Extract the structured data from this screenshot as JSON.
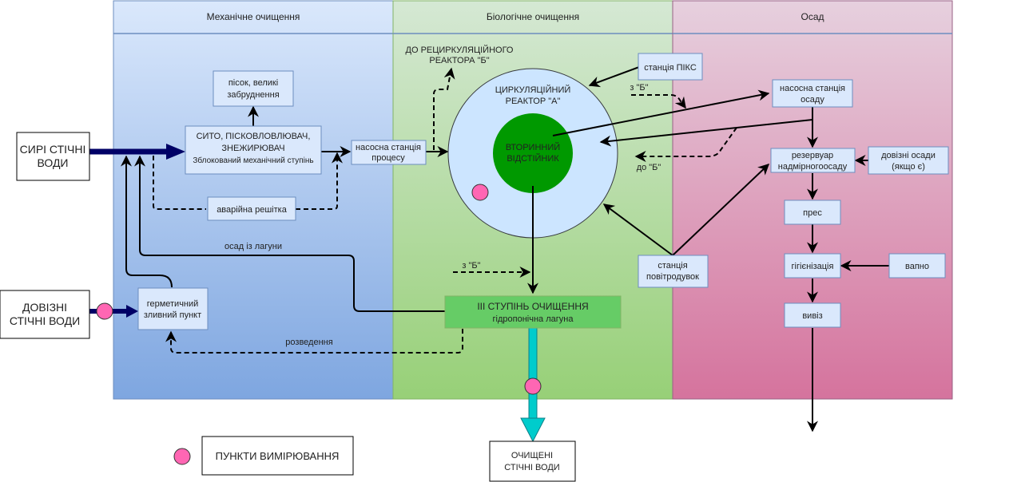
{
  "colors": {
    "lane_mech_top": "#dae8fc",
    "lane_mech_bottom": "#7ea6e0",
    "lane_bio_top": "#d5e8d4",
    "lane_bio_bottom": "#97d077",
    "lane_sludge_top": "#e6d0de",
    "lane_sludge_bottom": "#d5739d",
    "node_fill": "#dae8fc",
    "node_stroke": "#6c8ebf",
    "reactor_fill": "#cce5ff",
    "secondary_clarifier": "#009900",
    "lagoon": "#66cc66",
    "measurement_point": "#ff66b3",
    "clean_water_arrow": "#00cccc",
    "main_flow": "#000066"
  },
  "lanes": [
    {
      "title": "Механічне очищення"
    },
    {
      "title": "Біологічне очищення"
    },
    {
      "title": "Осад"
    }
  ],
  "external": {
    "raw_wastewater": [
      "СИРІ СТІЧНІ",
      "ВОДИ"
    ],
    "imported_wastewater": [
      "ДОВІЗНІ",
      "СТІЧНІ ВОДИ"
    ],
    "treated_wastewater": [
      "ОЧИЩЕНІ",
      "СТІЧНІ ВОДИ"
    ]
  },
  "mechanical": {
    "sand": [
      "пісок, великі",
      "забруднення"
    ],
    "screen": [
      "СИТО, ПІСКОВЛОВЛЮВАЧ,",
      "ЗНЕЖИРЮВАЧ",
      "Зблокований механічний ступінь"
    ],
    "emergency_grate": "аварійна решітка",
    "sealed_drain": [
      "герметичний",
      "зливний пункт"
    ],
    "lagoon_sludge_label": "осад із лагуни",
    "dilution_label": "розведення"
  },
  "biological": {
    "process_pump": [
      "насосна станція",
      "процесу"
    ],
    "to_reactor_b": [
      "ДО РЕЦИРКУЛЯЦІЙНОГО",
      "РЕАКТОРА \"Б\""
    ],
    "reactor_a": [
      "ЦИРКУЛЯЦІЙНИЙ",
      "РЕАКТОР \"А\""
    ],
    "secondary_clarifier": [
      "ВТОРИННИЙ",
      "ВІДСТІЙНИК"
    ],
    "pix_station": "станція ПІКС",
    "from_b_top": "з \"Б\"",
    "to_b": "до \"Б\"",
    "from_b_bottom": "з \"Б\"",
    "blower_station": [
      "станція",
      "повітродувок"
    ],
    "tertiary": [
      "ІІІ СТУПІНЬ ОЧИЩЕННЯ",
      "гідропонічна лагуна"
    ]
  },
  "sludge": {
    "sludge_pump": [
      "насосна станція",
      "осаду"
    ],
    "excess_tank": [
      "резервуар",
      "надмірногоосаду"
    ],
    "imported_sludge": [
      "довізні осади",
      "(якщо є)"
    ],
    "press": "прес",
    "hygienization": "гігієнізація",
    "lime": "вапно",
    "removal": "вивіз"
  },
  "legend": {
    "measurement_points": "ПУНКТИ ВИМІРЮВАННЯ"
  }
}
